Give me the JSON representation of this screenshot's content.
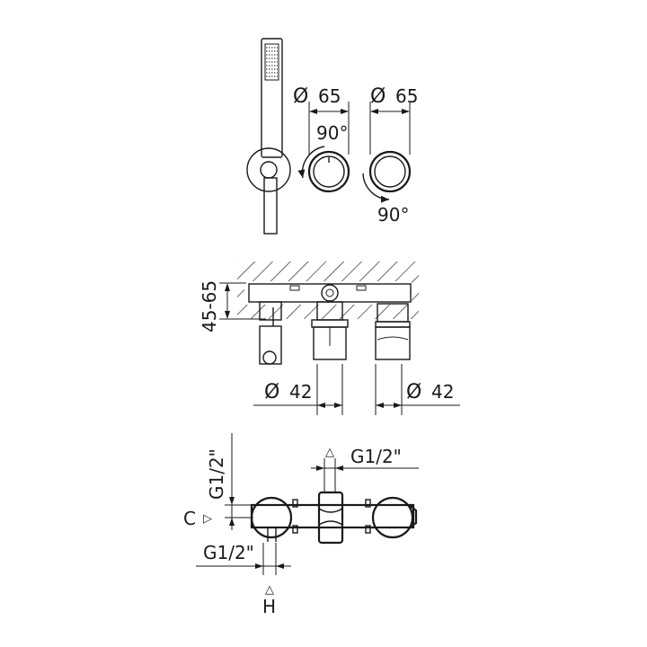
{
  "top_view": {
    "dia_left": "65",
    "dia_right": "65",
    "angle_left": "90°",
    "angle_right": "90°"
  },
  "section_view": {
    "depth": "45-65",
    "dia_left": "42",
    "dia_right": "42"
  },
  "rear_view": {
    "thread_top_right": "G1/2\"",
    "thread_left_vertical": "G1/2\"",
    "thread_bottom": "G1/2\"",
    "label_c": "C",
    "label_h": "H",
    "marker_up": "△",
    "marker_side": "▷"
  },
  "symbols": {
    "diameter": "Ø"
  }
}
